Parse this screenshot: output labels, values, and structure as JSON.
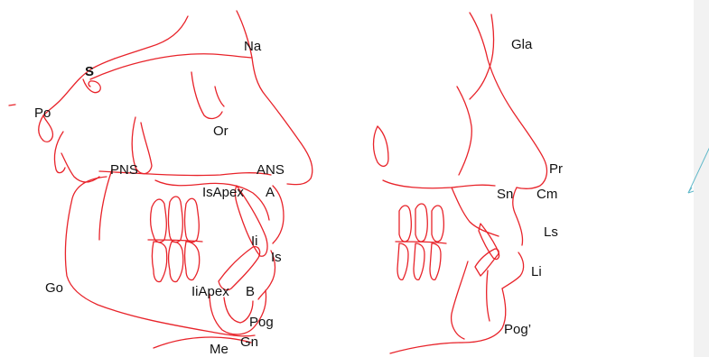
{
  "colors": {
    "tracing": "#e8232a",
    "pointer": "#5fb8c9",
    "label": "#111111",
    "panel": "#f2f2f2"
  },
  "left_diagram": {
    "landmarks": {
      "na": "Na",
      "s": "S",
      "po": "Po",
      "or": "Or",
      "pns": "PNS",
      "ans": "ANS",
      "isapex": "IsApex",
      "a": "A",
      "ii": "Ii",
      "is": "Is",
      "go": "Go",
      "iiapex": "IiApex",
      "b": "B",
      "pog": "Pog",
      "gn": "Gn",
      "me": "Me"
    }
  },
  "right_diagram": {
    "landmarks": {
      "gla": "Gla",
      "pr": "Pr",
      "sn": "Sn",
      "cm": "Cm",
      "ls": "Ls",
      "li": "Li",
      "pog_soft": "Pog’"
    }
  }
}
